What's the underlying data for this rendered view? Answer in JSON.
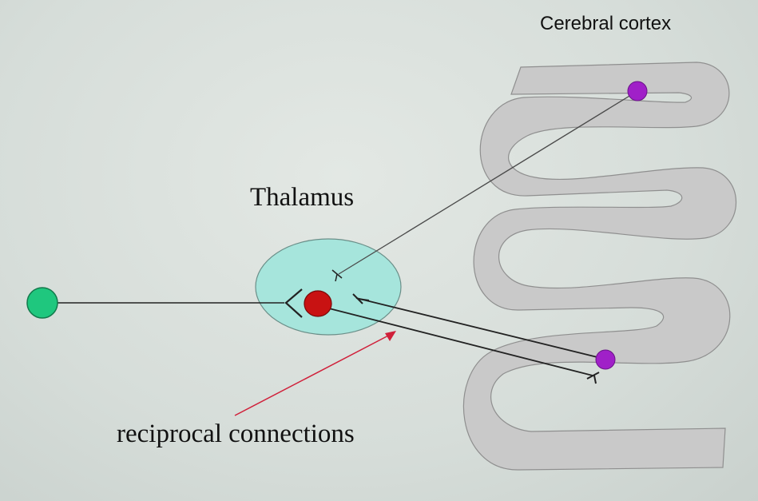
{
  "labels": {
    "cortex": "Cerebral cortex",
    "thalamus": "Thalamus",
    "reciprocal": "reciprocal connections"
  },
  "colors": {
    "cortex_fill": "#c9c9c9",
    "thalamus_fill": "#a6e5dc",
    "sensory_neuron": "#1fc77e",
    "relay_neuron": "#c81212",
    "cortical_neuron": "#a020c8",
    "arrow": "#d0203a"
  }
}
